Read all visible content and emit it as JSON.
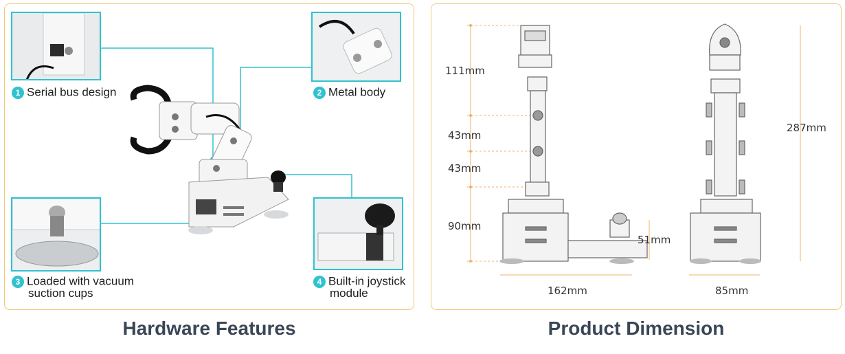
{
  "hardware": {
    "title": "Hardware Features",
    "features": [
      {
        "number": "1",
        "label": "Serial bus design"
      },
      {
        "number": "2",
        "label": "Metal body"
      },
      {
        "number": "3",
        "label_line1": "Loaded with vacuum",
        "label_line2": "suction cups"
      },
      {
        "number": "4",
        "label_line1": "Built-in joystick",
        "label_line2": "module"
      }
    ]
  },
  "dimension": {
    "title": "Product Dimension",
    "labels": {
      "h1": "111mm",
      "h2": "43mm",
      "h3": "43mm",
      "h4": "90mm",
      "joystick_height": "51mm",
      "total_height": "287mm",
      "width_front": "162mm",
      "width_side": "85mm"
    }
  },
  "colors": {
    "accent": "#30c2cf",
    "border": "#f3c877",
    "dim_line": "#f0b16a"
  }
}
